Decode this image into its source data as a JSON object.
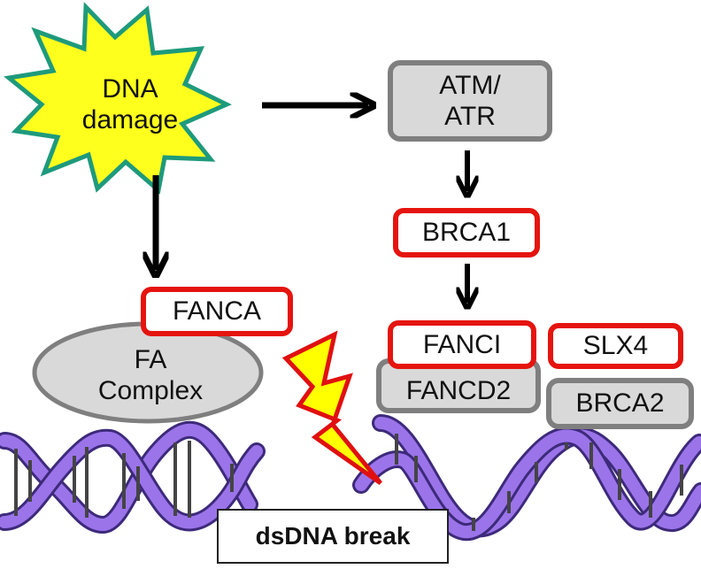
{
  "diagram": {
    "dna_damage": "DNA\ndamage",
    "atm_atr": "ATM/\nATR",
    "brca1": "BRCA1",
    "fanca": "FANCA",
    "fa_complex": "FA\nComplex",
    "fanci": "FANCI",
    "fancd2": "FANCD2",
    "slx4": "SLX4",
    "brca2": "BRCA2",
    "dsdna_break": "dsDNA break"
  },
  "colors": {
    "highlight_border": "#e5140f",
    "protein_gray": "#d9d9d9",
    "gray_border": "#7f7f7f",
    "starburst_fill": "#ffff1e",
    "starburst_stroke": "#1e9a7c",
    "bolt_fill": "#ffff00",
    "bolt_stroke": "#e01010",
    "dna_backbone": "#8a5ee0"
  },
  "icons": {
    "damage_burst": "starburst-icon",
    "break_bolt": "lightning-bolt-icon",
    "dna_left": "dna-double-helix-icon",
    "dna_right": "dna-double-helix-icon"
  }
}
